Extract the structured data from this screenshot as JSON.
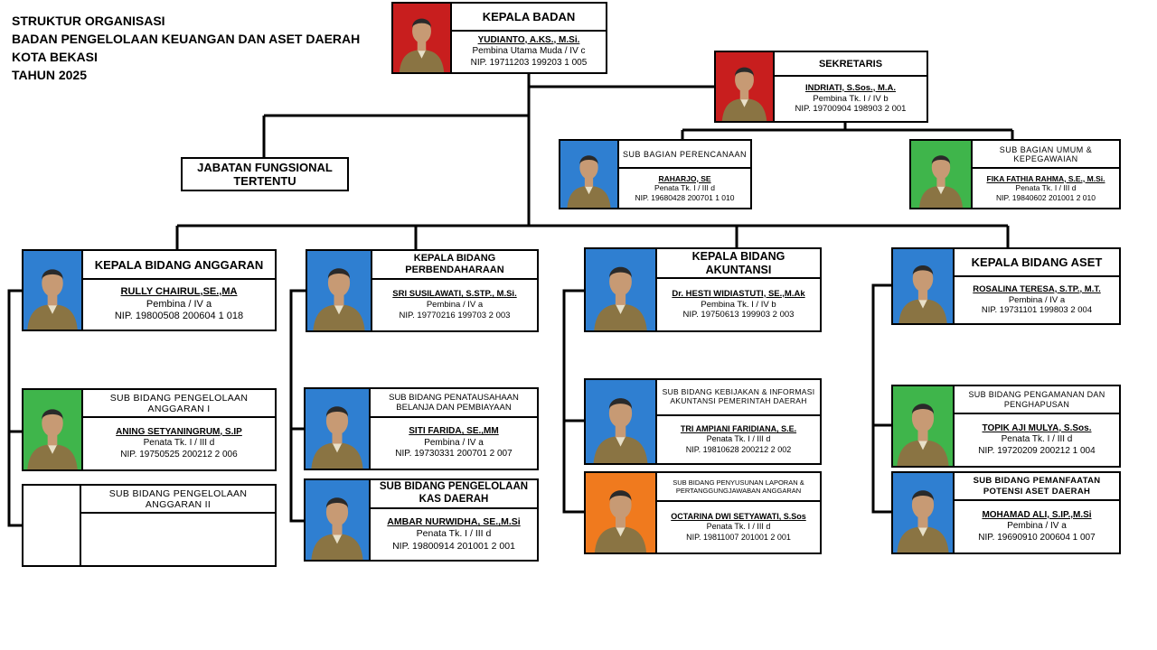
{
  "title": {
    "lines": [
      "STRUKTUR ORGANISASI",
      "BADAN PENGELOLAAN KEUANGAN DAN ASET DAERAH",
      "KOTA BEKASI",
      "TAHUN 2025"
    ]
  },
  "jabatan_fungsional": "JABATAN FUNGSIONAL TERTENTU",
  "kepala_badan": {
    "position": "KEPALA BADAN",
    "name": "YUDIANTO, A.KS., M.Si.",
    "rank": "Pembina Utama Muda / IV c",
    "nip": "NIP. 19711203 199203 1 005",
    "photo_bg": "#c81e1e"
  },
  "sekretaris": {
    "position": "SEKRETARIS",
    "name": "INDRIATI, S.Sos., M.A.",
    "rank": "Pembina Tk. I / IV b",
    "nip": "NIP. 19700904 198903 2 001",
    "photo_bg": "#c81e1e"
  },
  "sub_perencanaan": {
    "position": "SUB BAGIAN PERENCANAAN",
    "name": "RAHARJO, SE",
    "rank": "Penata Tk. I / III d",
    "nip": "NIP. 19680428 200701 1 010",
    "photo_bg": "#2f7fd1"
  },
  "sub_umum": {
    "position": "SUB BAGIAN UMUM & KEPEGAWAIAN",
    "name": "FIKA FATHIA RAHMA, S.E., M.Si.",
    "rank": "Penata Tk. I / III d",
    "nip": "NIP. 19840602 201001 2 010",
    "photo_bg": "#3fb54b"
  },
  "kabid_anggaran": {
    "position": "KEPALA BIDANG ANGGARAN",
    "name": "RULLY CHAIRUL,SE.,MA",
    "rank": "Pembina / IV a",
    "nip": "NIP. 19800508 200604 1 018",
    "photo_bg": "#2f7fd1"
  },
  "sub_anggaran_1": {
    "position": "SUB BIDANG PENGELOLAAN ANGGARAN I",
    "name": "ANING SETYANINGRUM, S.IP",
    "rank": "Penata Tk. I / III d",
    "nip": "NIP. 19750525 200212 2 006",
    "photo_bg": "#3fb54b"
  },
  "sub_anggaran_2": {
    "position": "SUB BIDANG PENGELOLAAN ANGGARAN II"
  },
  "kabid_perbendaharaan": {
    "position": "KEPALA BIDANG PERBENDAHARAAN",
    "name": "SRI SUSILAWATI, S.STP., M.Si.",
    "rank": "Pembina / IV a",
    "nip": "NIP. 19770216 199703 2 003",
    "photo_bg": "#2f7fd1"
  },
  "sub_penatausahaan": {
    "position": "SUB BIDANG PENATAUSAHAAN BELANJA DAN PEMBIAYAAN",
    "name": "SITI FARIDA, SE.,MM",
    "rank": "Pembina / IV a",
    "nip": "NIP. 19730331 200701 2 007",
    "photo_bg": "#2f7fd1"
  },
  "sub_kas": {
    "position": "SUB BIDANG PENGELOLAAN KAS DAERAH",
    "name": "AMBAR NURWIDHA, SE.,M.Si",
    "rank": "Penata Tk. I / III d",
    "nip": "NIP. 19800914 201001 2 001",
    "photo_bg": "#2f7fd1"
  },
  "kabid_akuntansi": {
    "position": "KEPALA BIDANG AKUNTANSI",
    "name": "Dr. HESTI WIDIASTUTI, SE.,M.Ak",
    "rank": "Pembina Tk. I / IV b",
    "nip": "NIP. 19750613 199903 2 003",
    "photo_bg": "#2f7fd1"
  },
  "sub_kebijakan": {
    "position": "SUB BIDANG KEBIJAKAN & INFORMASI AKUNTANSI PEMERINTAH DAERAH",
    "name": "TRI AMPIANI FARIDIANA, S.E.",
    "rank": "Penata Tk. I / III d",
    "nip": "NIP. 19810628 200212 2 002",
    "photo_bg": "#2f7fd1"
  },
  "sub_penyusunan": {
    "position": "SUB BIDANG PENYUSUNAN LAPORAN & PERTANGGUNGJAWABAN ANGGARAN",
    "name": "OCTARINA DWI SETYAWATI, S.Sos",
    "rank": "Penata Tk. I / III d",
    "nip": "NIP. 19811007 201001 2 001",
    "photo_bg": "#f07a1e"
  },
  "kabid_aset": {
    "position": "KEPALA BIDANG ASET",
    "name": "ROSALINA TERESA, S.TP., M.T.",
    "rank": "Pembina / IV a",
    "nip": "NIP. 19731101 199803 2 004",
    "photo_bg": "#2f7fd1"
  },
  "sub_pengamanan": {
    "position": "SUB BIDANG PENGAMANAN DAN PENGHAPUSAN",
    "name": "TOPIK AJI MULYA, S.Sos.",
    "rank": "Penata Tk. I / III d",
    "nip": "NIP. 19720209 200212 1 004",
    "photo_bg": "#3fb54b"
  },
  "sub_pemanfaatan": {
    "position": "SUB BIDANG PEMANFAATAN POTENSI ASET DAERAH",
    "name": "MOHAMAD ALI, S.IP.,M.Si",
    "rank": "Pembina / IV a",
    "nip": "NIP. 19690910 200604 1 007",
    "photo_bg": "#2f7fd1"
  }
}
